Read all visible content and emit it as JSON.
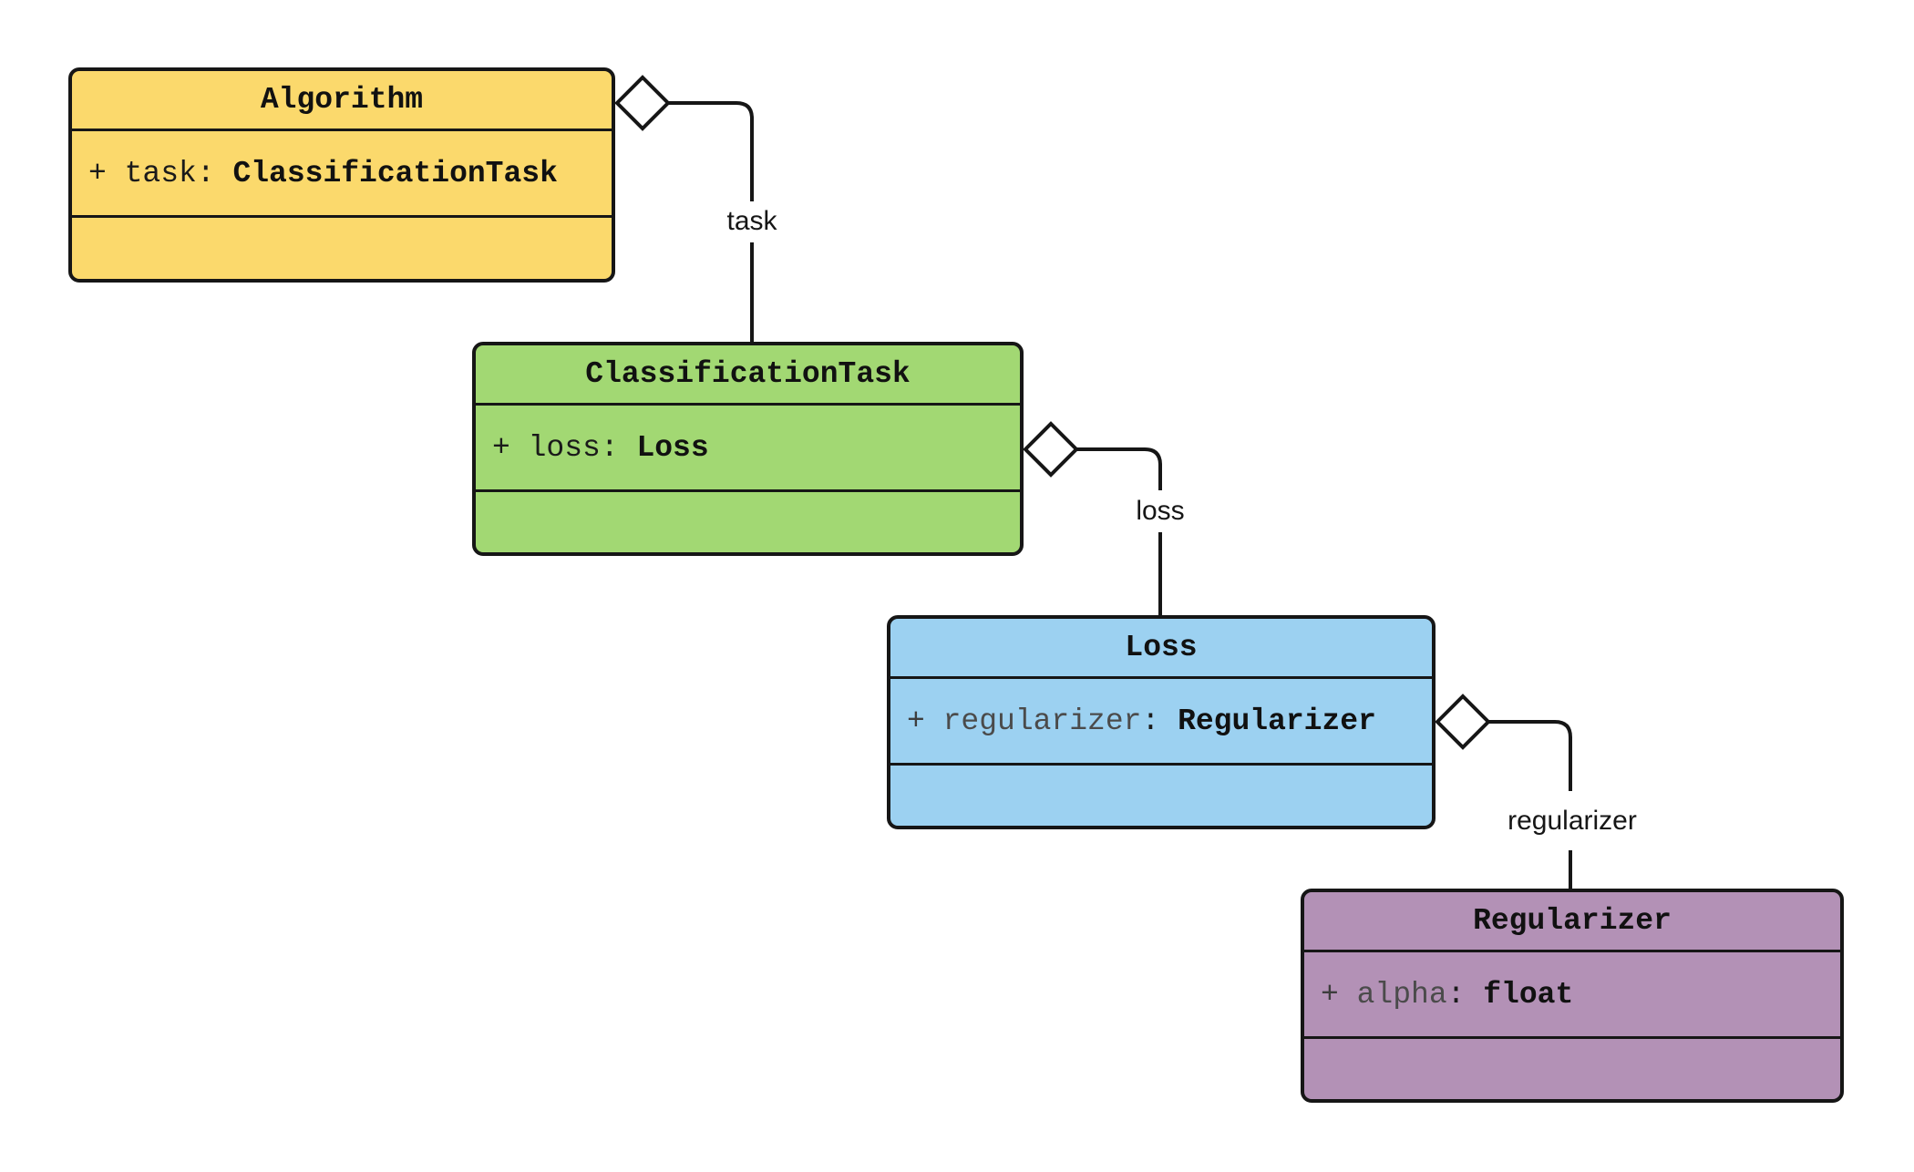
{
  "diagram": {
    "kind": "uml-class-diagram",
    "classes": [
      {
        "name": "Algorithm",
        "fill": "#FBD96C",
        "attribute": {
          "visibility": "+",
          "name": "task",
          "separator": ":",
          "type": "ClassificationTask"
        }
      },
      {
        "name": "ClassificationTask",
        "fill": "#A2D873",
        "attribute": {
          "visibility": "+",
          "name": "loss",
          "separator": ":",
          "type": "Loss"
        }
      },
      {
        "name": "Loss",
        "fill": "#9CD1F1",
        "attribute": {
          "visibility": "+",
          "name": "regularizer",
          "separator": ":",
          "type": "Regularizer"
        }
      },
      {
        "name": "Regularizer",
        "fill": "#B391B6",
        "attribute": {
          "visibility": "+",
          "name": "alpha",
          "separator": ":",
          "type": "float"
        }
      }
    ],
    "relations": [
      {
        "from": "Algorithm",
        "to": "ClassificationTask",
        "label": "task",
        "kind": "aggregation"
      },
      {
        "from": "ClassificationTask",
        "to": "Loss",
        "label": "loss",
        "kind": "aggregation"
      },
      {
        "from": "Loss",
        "to": "Regularizer",
        "label": "regularizer",
        "kind": "aggregation"
      }
    ],
    "colors": {
      "line": "#161616",
      "diamond_fill": "#FFFFFF",
      "background": "#FFFFFF",
      "text": "#111111",
      "muted_text": "#4B4B4B"
    }
  }
}
